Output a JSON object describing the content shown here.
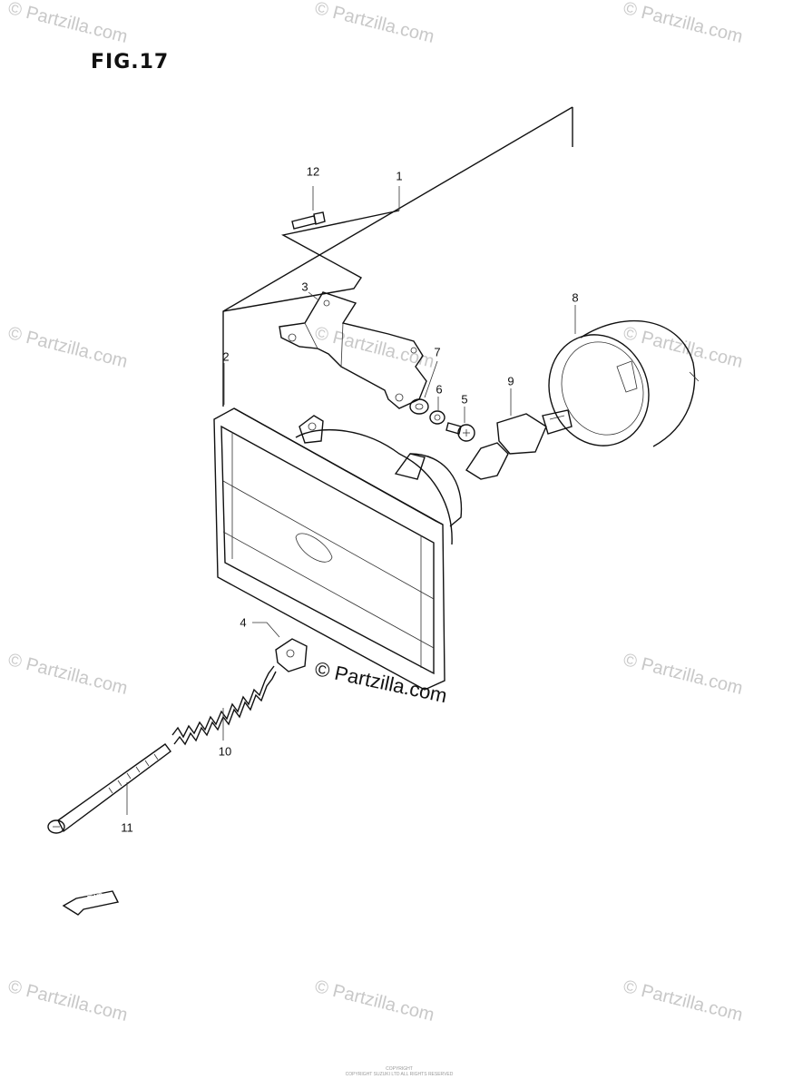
{
  "figure": {
    "title": "FIG.17"
  },
  "callouts": [
    {
      "id": "1",
      "label": "1"
    },
    {
      "id": "2",
      "label": "2"
    },
    {
      "id": "3",
      "label": "3"
    },
    {
      "id": "4",
      "label": "4"
    },
    {
      "id": "5",
      "label": "5"
    },
    {
      "id": "6",
      "label": "6"
    },
    {
      "id": "7",
      "label": "7"
    },
    {
      "id": "8",
      "label": "8"
    },
    {
      "id": "9",
      "label": "9"
    },
    {
      "id": "10",
      "label": "10"
    },
    {
      "id": "11",
      "label": "11"
    },
    {
      "id": "12",
      "label": "12"
    }
  ],
  "fwd_arrow": {
    "label": "FWD"
  },
  "watermark": {
    "text": "© Partzilla.com"
  },
  "footer": {
    "line1": "COPYRIGHT",
    "line2": "COPYRIGHT SUZUKI LTD ALL RIGHTS RESERVED"
  },
  "colors": {
    "line": "#111111",
    "watermark": "#c8c8c8",
    "background": "#ffffff"
  }
}
